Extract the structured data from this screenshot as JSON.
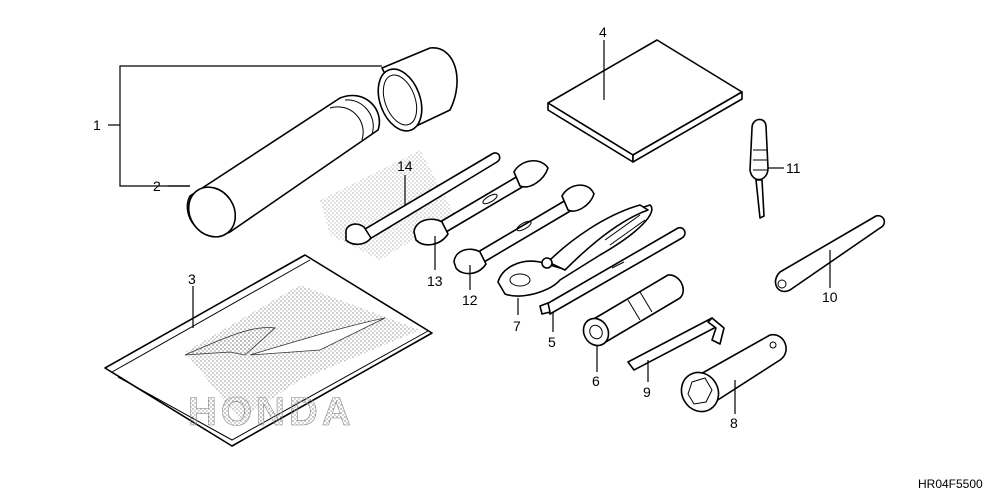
{
  "diagram": {
    "code": "HR04F5500",
    "watermark_text": "HONDA",
    "callouts": [
      {
        "id": "1",
        "part": "tool-case-assembly"
      },
      {
        "id": "2",
        "part": "tool-case-tube"
      },
      {
        "id": "3",
        "part": "tool-bag"
      },
      {
        "id": "4",
        "part": "owners-manual"
      },
      {
        "id": "5",
        "part": "screwdriver"
      },
      {
        "id": "6",
        "part": "socket-handle"
      },
      {
        "id": "7",
        "part": "pliers"
      },
      {
        "id": "8",
        "part": "plug-wrench"
      },
      {
        "id": "9",
        "part": "hex-key"
      },
      {
        "id": "10",
        "part": "pin-spanner"
      },
      {
        "id": "11",
        "part": "grip-screwdriver"
      },
      {
        "id": "12",
        "part": "open-end-wrench-large"
      },
      {
        "id": "13",
        "part": "open-end-wrench-medium"
      },
      {
        "id": "14",
        "part": "open-end-wrench-small"
      }
    ]
  }
}
